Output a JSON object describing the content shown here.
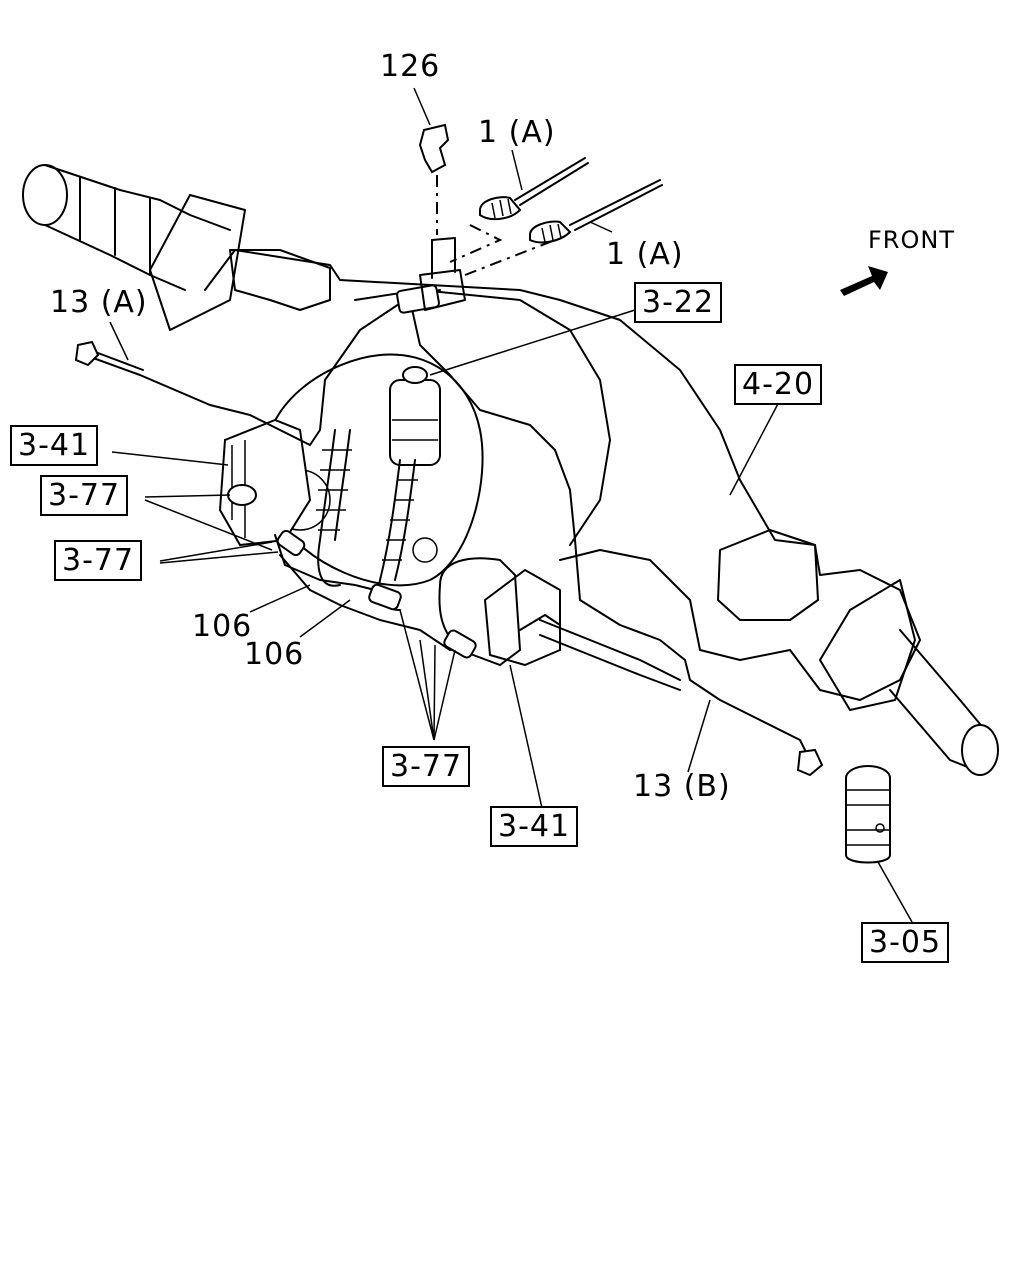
{
  "callouts": {
    "part_126": "126",
    "part_1a_upper": "1 (A)",
    "part_1a_lower": "1 (A)",
    "part_13a": "13 (A)",
    "part_13b": "13 (B)",
    "part_106_a": "106",
    "part_106_b": "106",
    "direction": "FRONT"
  },
  "references": {
    "ref_3_22": "3-22",
    "ref_4_20": "4-20",
    "ref_3_41_left": "3-41",
    "ref_3_77_upper": "3-77",
    "ref_3_77_middle": "3-77",
    "ref_3_77_bottom": "3-77",
    "ref_3_41_bottom": "3-41",
    "ref_3_05": "3-05"
  }
}
